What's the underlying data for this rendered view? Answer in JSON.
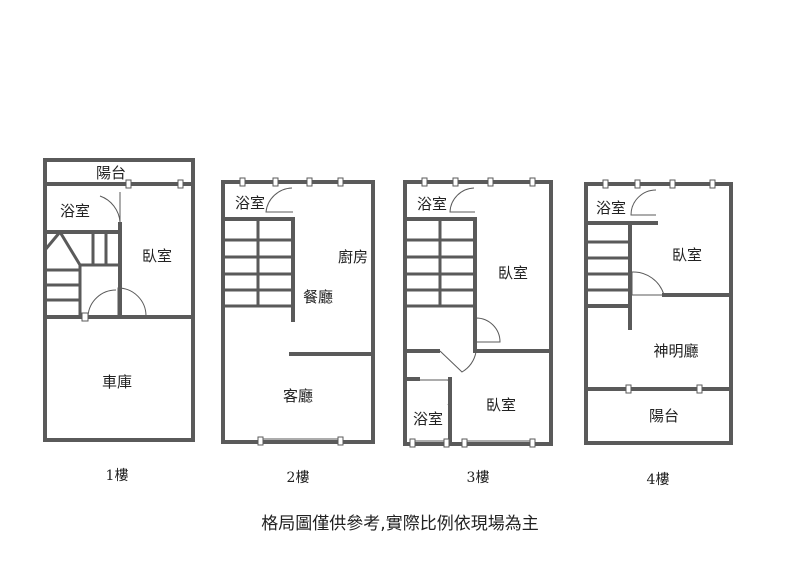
{
  "floors": [
    {
      "floor_label": "1樓",
      "rooms": {
        "balcony": "陽台",
        "bath": "浴室",
        "bedroom": "臥室",
        "garage": "車庫"
      }
    },
    {
      "floor_label": "2樓",
      "rooms": {
        "bath": "浴室",
        "kitchen": "廚房",
        "dining": "餐廳",
        "living": "客廳"
      }
    },
    {
      "floor_label": "3樓",
      "rooms": {
        "bath_top": "浴室",
        "bedroom_top": "臥室",
        "bath_bottom": "浴室",
        "bedroom_bottom": "臥室"
      }
    },
    {
      "floor_label": "4樓",
      "rooms": {
        "bath": "浴室",
        "bedroom": "臥室",
        "shrine": "神明廳",
        "balcony": "陽台"
      }
    }
  ],
  "footnote": "格局圖僅供參考,實際比例依現場為主"
}
